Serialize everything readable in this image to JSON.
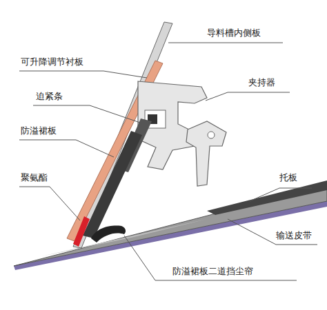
{
  "diagram": {
    "labels": [
      "导料槽内侧板",
      "可升降调节衬板",
      "夹持器",
      "迫紧条",
      "防溢裙板",
      "聚氨酯",
      "托板",
      "输送皮带",
      "防溢裙板二道挡尘帘"
    ]
  }
}
